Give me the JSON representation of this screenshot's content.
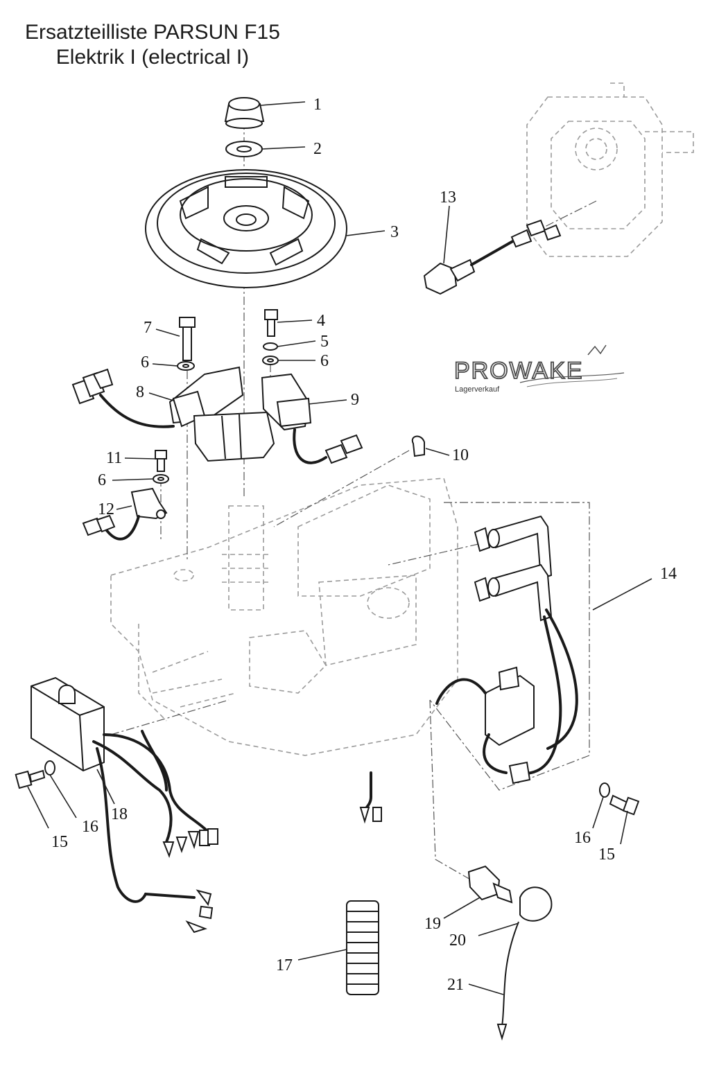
{
  "header": {
    "title_line1": "Ersatzteilliste PARSUN F15",
    "title_line2": "Elektrik I (electrical I)"
  },
  "logo": {
    "brand": "PROWAKE",
    "tagline": "Lagerverkauf"
  },
  "callouts": {
    "c1": "1",
    "c2": "2",
    "c3": "3",
    "c4": "4",
    "c5": "5",
    "c6a": "6",
    "c6b": "6",
    "c6c": "6",
    "c7": "7",
    "c8": "8",
    "c9": "9",
    "c10": "10",
    "c11": "11",
    "c12": "12",
    "c13": "13",
    "c14": "14",
    "c15a": "15",
    "c15b": "15",
    "c16a": "16",
    "c16b": "16",
    "c17": "17",
    "c18": "18",
    "c19": "19",
    "c20": "20",
    "c21": "21"
  }
}
